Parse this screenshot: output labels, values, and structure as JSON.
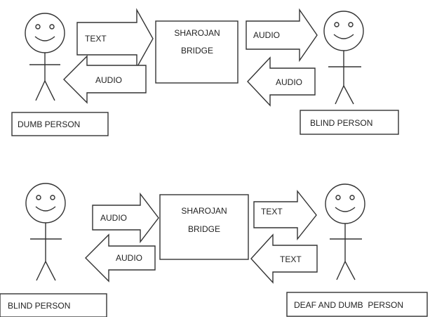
{
  "diagrams": [
    {
      "left_person_label": "DUMB PERSON",
      "right_person_label": "BLIND PERSON",
      "bridge": {
        "line1": "SHAROJAN",
        "line2": "BRIDGE"
      },
      "arrows": {
        "left_top": "TEXT",
        "left_bottom": "AUDIO",
        "right_top": "AUDIO",
        "right_bottom": "AUDIO"
      }
    },
    {
      "left_person_label": "BLIND PERSON",
      "right_person_label": "DEAF AND DUMB  PERSON",
      "bridge": {
        "line1": "SHAROJAN",
        "line2": "BRIDGE"
      },
      "arrows": {
        "left_top": "AUDIO",
        "left_bottom": "AUDIO",
        "right_top": "TEXT",
        "right_bottom": "TEXT"
      }
    }
  ]
}
